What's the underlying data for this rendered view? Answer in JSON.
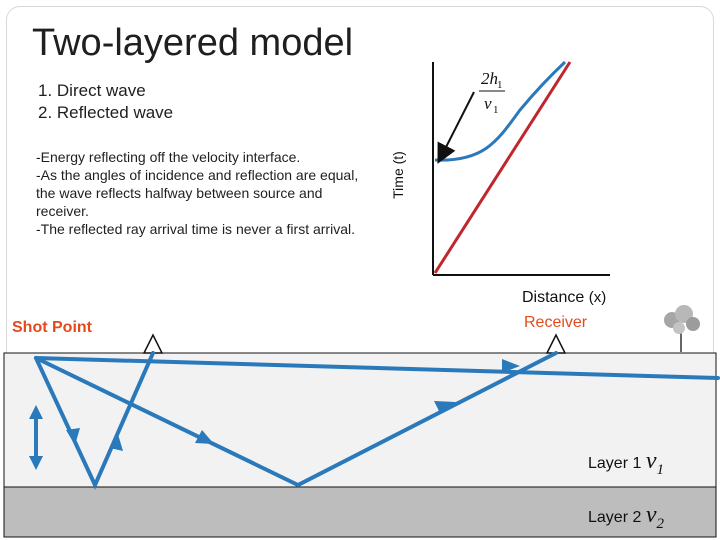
{
  "title": "Two-layered model",
  "list_items": [
    "1. Direct wave",
    "2. Reflected wave"
  ],
  "notes": [
    "-Energy reflecting off the velocity interface.",
    "-As the angles of incidence and reflection are equal, the wave reflects halfway between source and receiver.",
    "-The reflected ray arrival time is never a first arrival."
  ],
  "shot_point_label": "Shot Point",
  "receiver_label": "Receiver",
  "graph": {
    "y_axis_label": "Time (t)",
    "x_axis_label": "Distance",
    "x_axis_unit": "(x)",
    "intercept_label_numerator": "2h",
    "intercept_label_numerator_sub": "1",
    "intercept_label_denominator": "v",
    "intercept_label_denominator_sub": "1",
    "direct_wave_color": "#c0262e",
    "reflected_wave_color": "#2a79bb"
  },
  "layers": [
    {
      "label": "Layer 1",
      "velocity": "v",
      "velocity_sub": "1"
    },
    {
      "label": "Layer 2",
      "velocity": "v",
      "velocity_sub": "2"
    }
  ],
  "colors": {
    "ray": "#2a79bb",
    "layer1_fill": "#f2f2f2",
    "layer2_fill": "#bdbdbd",
    "label_accent": "#e34b1e"
  }
}
